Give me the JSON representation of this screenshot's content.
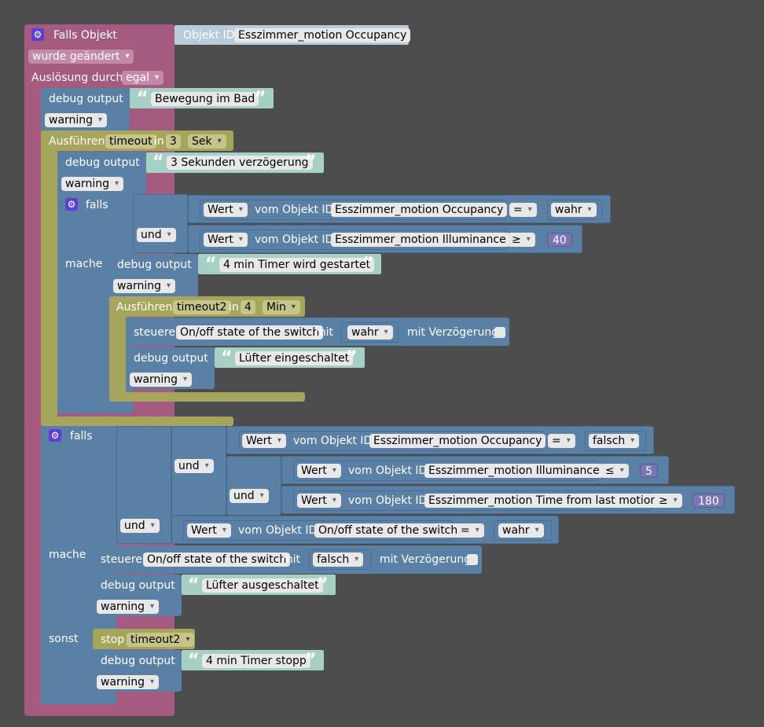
{
  "trigger": {
    "header": "Falls Objekt",
    "object_label": "Objekt ID",
    "object_value": "Esszimmer_motion Occupancy",
    "changed": "wurde geändert",
    "trigger_by_label": "Auslösung durch",
    "trigger_by_value": "egal"
  },
  "debug1": {
    "label": "debug output",
    "text": "Bewegung im Bad",
    "level": "warning"
  },
  "timeout1": {
    "label": "Ausführen",
    "name": "timeout",
    "in": "in",
    "value": "3",
    "unit": "Sek"
  },
  "debug2": {
    "label": "debug output",
    "text": "3 Sekunden verzögerung",
    "level": "warning"
  },
  "if1": {
    "falls": "falls",
    "und": "und",
    "mache": "mache",
    "cond1": {
      "wert": "Wert",
      "label": "vom Objekt ID",
      "object": "Esszimmer_motion Occupancy",
      "op": "=",
      "value": "wahr"
    },
    "cond2": {
      "wert": "Wert",
      "label": "vom Objekt ID",
      "object": "Esszimmer_motion Illuminance",
      "op": "≥",
      "value": "40"
    }
  },
  "debug3": {
    "label": "debug output",
    "text": "4 min Timer wird gestartet",
    "level": "warning"
  },
  "timeout2": {
    "label": "Ausführen",
    "name": "timeout2",
    "in": "in",
    "value": "4",
    "unit": "Min"
  },
  "control1": {
    "label": "steuere",
    "object": "On/off state of the switch",
    "mit": "mit",
    "value": "wahr",
    "delay": "mit Verzögerung"
  },
  "debug4": {
    "label": "debug output",
    "text": "Lüfter eingeschaltet",
    "level": "warning"
  },
  "if2": {
    "falls": "falls",
    "und1": "und",
    "und2": "und",
    "und3": "und",
    "mache": "mache",
    "sonst": "sonst",
    "cond1": {
      "wert": "Wert",
      "label": "vom Objekt ID",
      "object": "Esszimmer_motion Occupancy",
      "op": "=",
      "value": "falsch"
    },
    "cond2": {
      "wert": "Wert",
      "label": "vom Objekt ID",
      "object": "Esszimmer_motion Illuminance",
      "op": "≤",
      "value": "5"
    },
    "cond3": {
      "wert": "Wert",
      "label": "vom Objekt ID",
      "object": "Esszimmer_motion Time from last motion",
      "op": "≥",
      "value": "180"
    },
    "cond4": {
      "wert": "Wert",
      "label": "vom Objekt ID",
      "object": "On/off state of the switch",
      "op": "=",
      "value": "wahr"
    }
  },
  "control2": {
    "label": "steuere",
    "object": "On/off state of the switch",
    "mit": "mit",
    "value": "falsch",
    "delay": "mit Verzögerung"
  },
  "debug5": {
    "label": "debug output",
    "text": "Lüfter ausgeschaltet",
    "level": "warning"
  },
  "stop": {
    "label": "stop",
    "name": "timeout2"
  },
  "debug6": {
    "label": "debug output",
    "text": "4 min Timer stopp",
    "level": "warning"
  },
  "icons": {
    "gear": "gear-icon",
    "quote_open": "“",
    "quote_close": "”"
  },
  "colors": {
    "trigger": "#a55b80",
    "logic": "#5b80a5",
    "timer": "#a5a55b",
    "text": "#a5d0c3",
    "number": "#7a75b3",
    "background": "#4d4d4d"
  }
}
